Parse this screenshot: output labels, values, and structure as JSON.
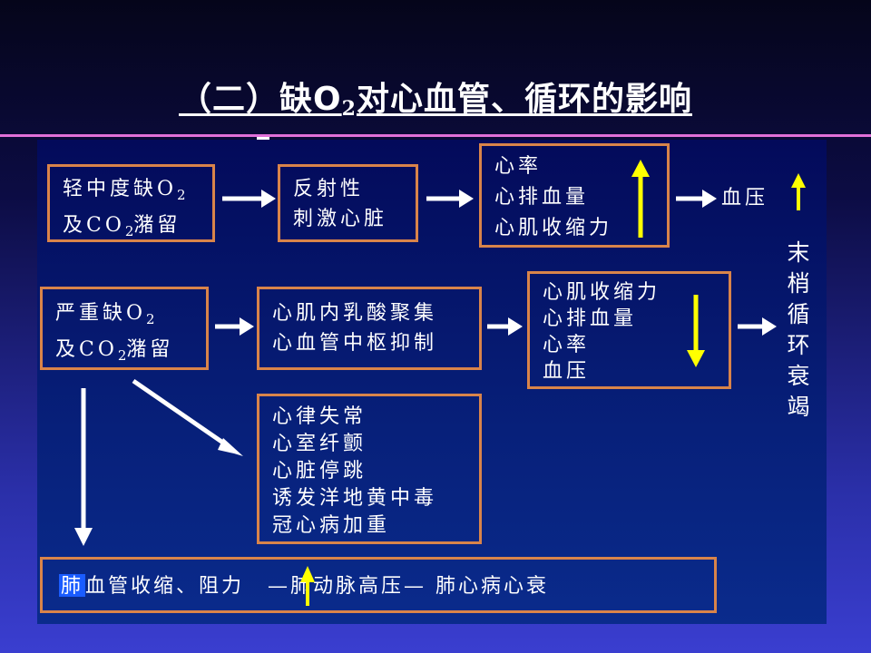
{
  "title": {
    "pre": "（二）缺O",
    "sub": "2",
    "post": "对心血管、循环的影响"
  },
  "boxes": {
    "mild": {
      "l1": "轻中度缺O",
      "l1_sub": "2",
      "l2_pre": "及CO",
      "l2_sub": "2",
      "l2_post": "潴留"
    },
    "reflex": {
      "l1": "反射性",
      "l2": "刺激心脏"
    },
    "increase": {
      "l1": "心率",
      "l2": "心排血量",
      "l3": "心肌收缩力"
    },
    "bp_up": {
      "label": "血压"
    },
    "severe": {
      "l1": "严重缺O",
      "l1_sub": "2",
      "l2_pre": "及CO",
      "l2_sub": "2",
      "l2_post": "潴留"
    },
    "lactic": {
      "l1": "心肌内乳酸聚集",
      "l2": "心血管中枢抑制"
    },
    "decrease": {
      "l1": "心肌收缩力",
      "l2": "心排血量",
      "l3": "心率",
      "l4": "血压"
    },
    "side": {
      "chars": [
        "末",
        "梢",
        "循",
        "环",
        "衰",
        "竭"
      ]
    },
    "arrhythmia": {
      "l1": "心律失常",
      "l2": "心室纤颤",
      "l3": "心脏停跳",
      "l4": "诱发洋地黄中毒",
      "l5": "冠心病加重"
    },
    "pulmonary": {
      "hl": "肺",
      "pre": "血管收缩、阻力",
      "post": "—肺动脉高压— 肺心病心衰"
    }
  },
  "colors": {
    "box_border": "#d9844a",
    "arrow_white": "#ffffff",
    "arrow_yellow": "#ffff00",
    "highlight": "#1a5cff"
  }
}
